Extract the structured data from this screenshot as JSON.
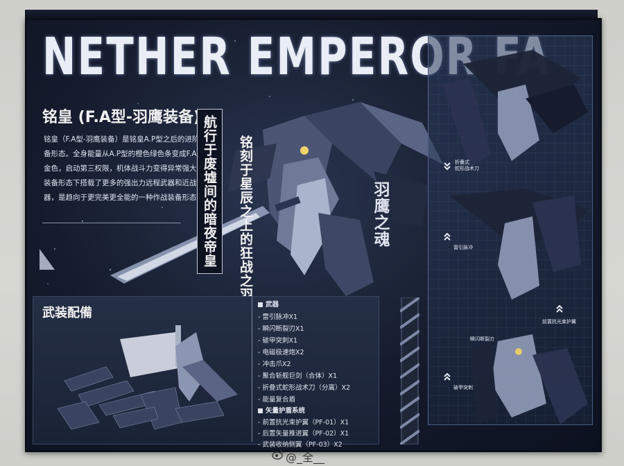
{
  "packaging": {
    "title": "NETHER EMPEROR FA",
    "subtitle": "铭皇 (F.A型-羽鹰装备)",
    "description": "铭皇（F.A型-羽鹰装备）是铭皇A.P型之后的进阶全装备形态。全身能量从A.P型的橙色绿色条变成F.A型的金色，启动第三权限，机体战斗力变得异常强大。全装备形态下搭载了更多的强出力远程武器和近战武器，是趋向于更完美更全能的一种作战装备形态。",
    "vertical_texts": {
      "v1": "航行于废墟间的暗夜帝皇",
      "v2": "铭刻于星辰之上的狂战之羽",
      "v3": "羽鹰之魂"
    }
  },
  "side_panel": {
    "labels": {
      "l1": "折叠式\n蛇形战术刀",
      "l2": "雷引脉冲",
      "l3": "前置抗光束护翼",
      "l4": "瞬闪断裂刃",
      "l5": "破甲突刺"
    }
  },
  "armory": {
    "title": "武装配備",
    "sections": [
      {
        "label": "武器",
        "is_section": true
      },
      {
        "label": "- 雷引脉冲X1"
      },
      {
        "label": "- 瞬闪断裂刃X1"
      },
      {
        "label": "- 破甲突刺X1"
      },
      {
        "label": "- 电磁极速炮X2"
      },
      {
        "label": "- 冲击爪X2"
      },
      {
        "label": "- 聚合斩舰巨剑（合体）X1"
      },
      {
        "label": "- 折叠式蛇形战术刀（分离）X2"
      },
      {
        "label": "- 能量复合盾"
      },
      {
        "label": "矢量护盾系统",
        "is_section": true
      },
      {
        "label": "- 前置抗光束护翼（PF-01）X1"
      },
      {
        "label": "- 后置矢量推进翼（PF-02）X1"
      },
      {
        "label": "- 武装收纳侧翼（PF-03）X2"
      }
    ]
  },
  "watermark": {
    "text": "@_全__",
    "icon": "weibo-icon"
  },
  "colors": {
    "box_dark": "#151b2c",
    "panel_blue": "#2d3e5e",
    "text_light": "#e9edf6"
  }
}
